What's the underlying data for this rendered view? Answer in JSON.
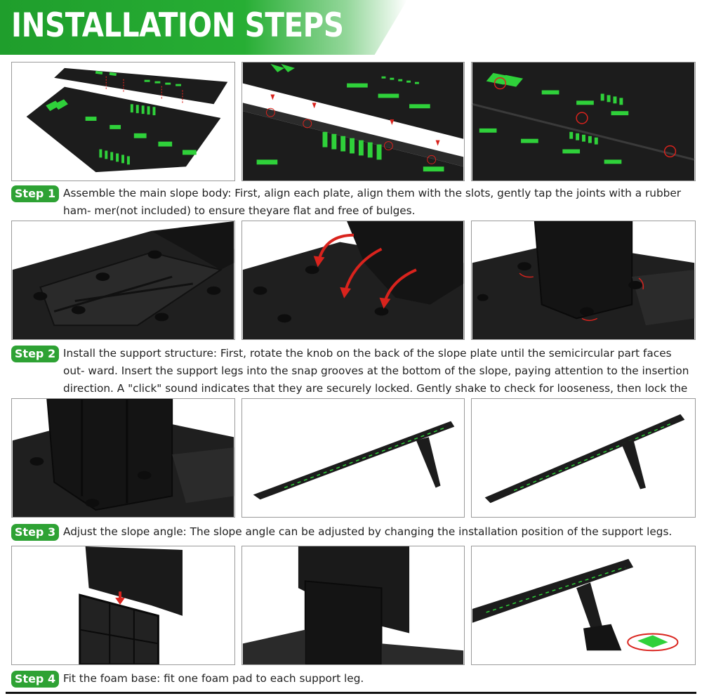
{
  "banner": {
    "title": "INSTALLATION STEPS"
  },
  "steps": [
    {
      "label": "Step 1",
      "text": "Assemble the main slope body: First, align each plate, align them with the slots, gently tap the joints with a rubber ham- mer(not included) to ensure theyare flat and free of bulges."
    },
    {
      "label": "Step 2",
      "text": "Install the support structure: First, rotate the knob on the back of the slope plate until the semicircular part faces out- ward. Insert the support legs into the snap grooves at the bottom of the slope, paying attention to the insertion direction. A \"click\" sound indicates that they are securely locked. Gently shake to check for looseness, then lock the knob."
    },
    {
      "label": "Step 3",
      "text": "Adjust the slope angle: The slope angle can be adjusted by changing the installation position of the support legs."
    },
    {
      "label": "Step 4",
      "text": "Fit the foam base: fit one foam pad to each support leg."
    }
  ],
  "colors": {
    "brand_green": "#2ea234",
    "plate_black": "#1c1c1c",
    "marking_green": "#2fd13a",
    "accent_red": "#d9231d"
  },
  "images": [
    {
      "name": "step1-plates-exploded",
      "icon": "slope-plates-icon"
    },
    {
      "name": "step1-slot-alignment",
      "icon": "slot-alignment-icon"
    },
    {
      "name": "step1-screws",
      "icon": "screw-icon"
    },
    {
      "name": "step2-knob-underside",
      "icon": "knob-icon"
    },
    {
      "name": "step2-insert-legs",
      "icon": "rotate-arrow-icon"
    },
    {
      "name": "step2-legs-locked",
      "icon": "lock-icon"
    },
    {
      "name": "step3-leg-close-up",
      "icon": "support-leg-icon"
    },
    {
      "name": "step3-ramp-angle-a",
      "icon": "ramp-icon"
    },
    {
      "name": "step3-ramp-angle-b",
      "icon": "ramp-icon"
    },
    {
      "name": "step4-foam-pad",
      "icon": "foam-pad-icon"
    },
    {
      "name": "step4-foam-fitted",
      "icon": "foam-pad-icon"
    },
    {
      "name": "step4-ramp-with-foam",
      "icon": "ramp-icon"
    }
  ]
}
